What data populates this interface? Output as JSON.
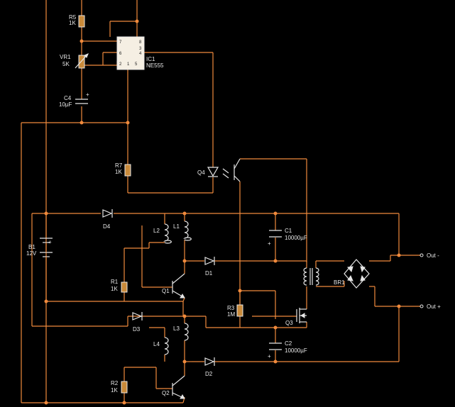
{
  "labels": {
    "r5": "R5",
    "r5v": "1K",
    "vr1": "VR1",
    "vr1v": "5K",
    "ic1": "IC1",
    "ic1v": "NE555",
    "c4": "C4",
    "c4v": "10µF",
    "plus": "+",
    "r7": "R7",
    "r7v": "1K",
    "q4": "Q4",
    "b1": "B1",
    "b1v": "12V",
    "d4": "D4",
    "l2": "L2",
    "l1": "L1",
    "c1": "C1",
    "c1v": "10000µF",
    "r1": "R1",
    "r1v": "1K",
    "q1": "Q1",
    "d1": "D1",
    "out_minus": "Out -",
    "out_plus": "Out +",
    "br1": "BR1",
    "r3": "R3",
    "r3v": "1M",
    "d3": "D3",
    "q3": "Q3",
    "l3": "L3",
    "l4": "L4",
    "c2": "C2",
    "c2v": "10000µF",
    "r2": "R2",
    "r2v": "1K",
    "d2": "D2",
    "q2": "Q2"
  },
  "ic_pins": [
    "7",
    "8",
    "6",
    "4",
    "3",
    "2",
    "1",
    "5"
  ],
  "colors": {
    "background": "#000000",
    "wire": "#f08a3c",
    "component": "#e6e6e6",
    "ic_body": "#f5efe3"
  }
}
